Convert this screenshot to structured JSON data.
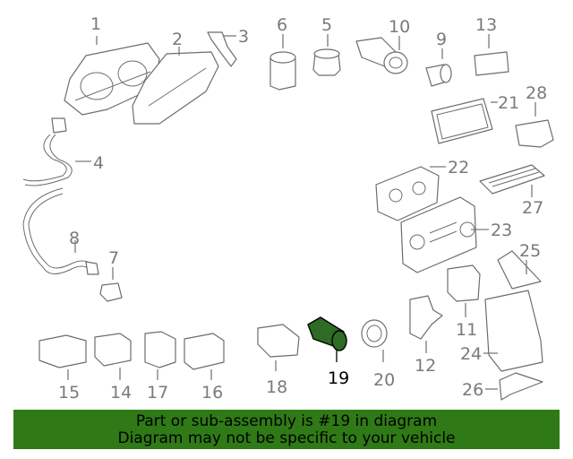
{
  "callouts": [
    {
      "n": "1"
    },
    {
      "n": "2"
    },
    {
      "n": "3"
    },
    {
      "n": "4"
    },
    {
      "n": "5"
    },
    {
      "n": "6"
    },
    {
      "n": "7"
    },
    {
      "n": "8"
    },
    {
      "n": "9"
    },
    {
      "n": "10"
    },
    {
      "n": "11"
    },
    {
      "n": "12"
    },
    {
      "n": "13"
    },
    {
      "n": "14"
    },
    {
      "n": "15"
    },
    {
      "n": "16"
    },
    {
      "n": "17"
    },
    {
      "n": "18"
    },
    {
      "n": "19"
    },
    {
      "n": "20"
    },
    {
      "n": "21"
    },
    {
      "n": "22"
    },
    {
      "n": "23"
    },
    {
      "n": "24"
    },
    {
      "n": "25"
    },
    {
      "n": "26"
    },
    {
      "n": "27"
    },
    {
      "n": "28"
    }
  ],
  "highlight_callout": "19",
  "banner": {
    "line1": "Part or sub-assembly is #19 in diagram",
    "line2": "Diagram may not be specific to your vehicle"
  },
  "colors": {
    "banner_bg": "#2f7a16",
    "highlight_part": "#2e6b24",
    "line": "#6d6d6d"
  }
}
